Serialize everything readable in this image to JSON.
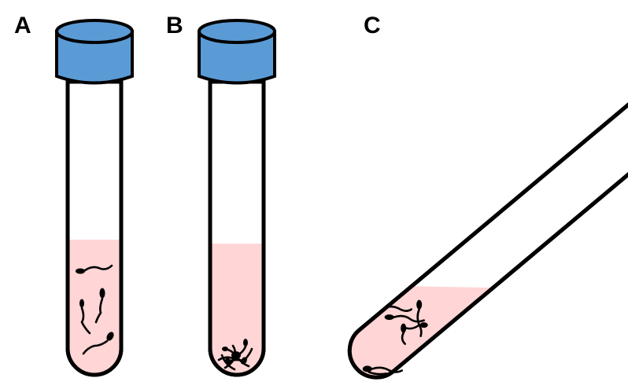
{
  "panels": [
    {
      "id": "A",
      "label": "A"
    },
    {
      "id": "B",
      "label": "B"
    },
    {
      "id": "C",
      "label": "C"
    }
  ],
  "colors": {
    "cap": "#5b9bd5",
    "liquid": "#ffd5d5",
    "outline": "#000000"
  }
}
